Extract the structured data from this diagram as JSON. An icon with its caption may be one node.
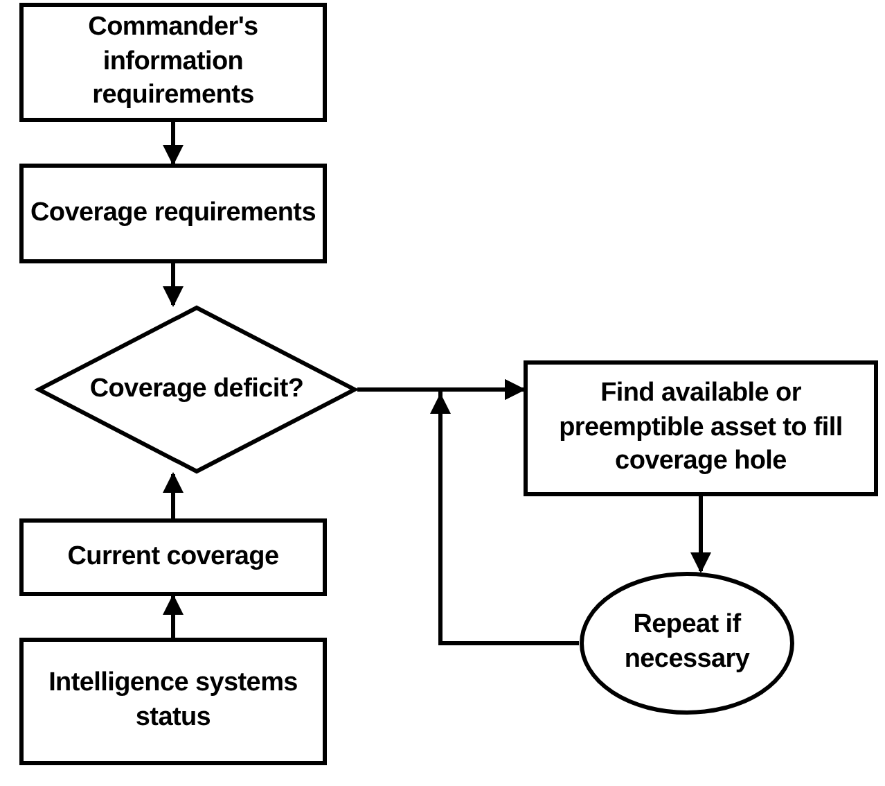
{
  "diagram": {
    "nodes": [
      {
        "text": [
          "Commander's information requirements"
        ]
      },
      {
        "text": [
          "Coverage requirements"
        ]
      },
      {
        "text": [
          "Coverage deficit?"
        ]
      },
      {
        "text": [
          "Find available or preemptible asset to fill coverage hole"
        ]
      },
      {
        "text": [
          "Repeat if necessary"
        ]
      },
      {
        "text": [
          "Current coverage"
        ]
      },
      {
        "text": [
          "Intelligence systems status"
        ]
      }
    ],
    "edges": [
      {
        "from": 0,
        "to": 1,
        "arrow": "to"
      },
      {
        "from": 1,
        "to": 2,
        "arrow": "to"
      },
      {
        "from": 2,
        "to": 3,
        "arrow": "to"
      },
      {
        "from": 3,
        "to": 4,
        "arrow": "to"
      },
      {
        "from": 4,
        "to": 3,
        "arrow": "to"
      },
      {
        "from": 5,
        "to": 2,
        "arrow": "to"
      },
      {
        "from": 6,
        "to": 5,
        "arrow": "to"
      }
    ]
  }
}
